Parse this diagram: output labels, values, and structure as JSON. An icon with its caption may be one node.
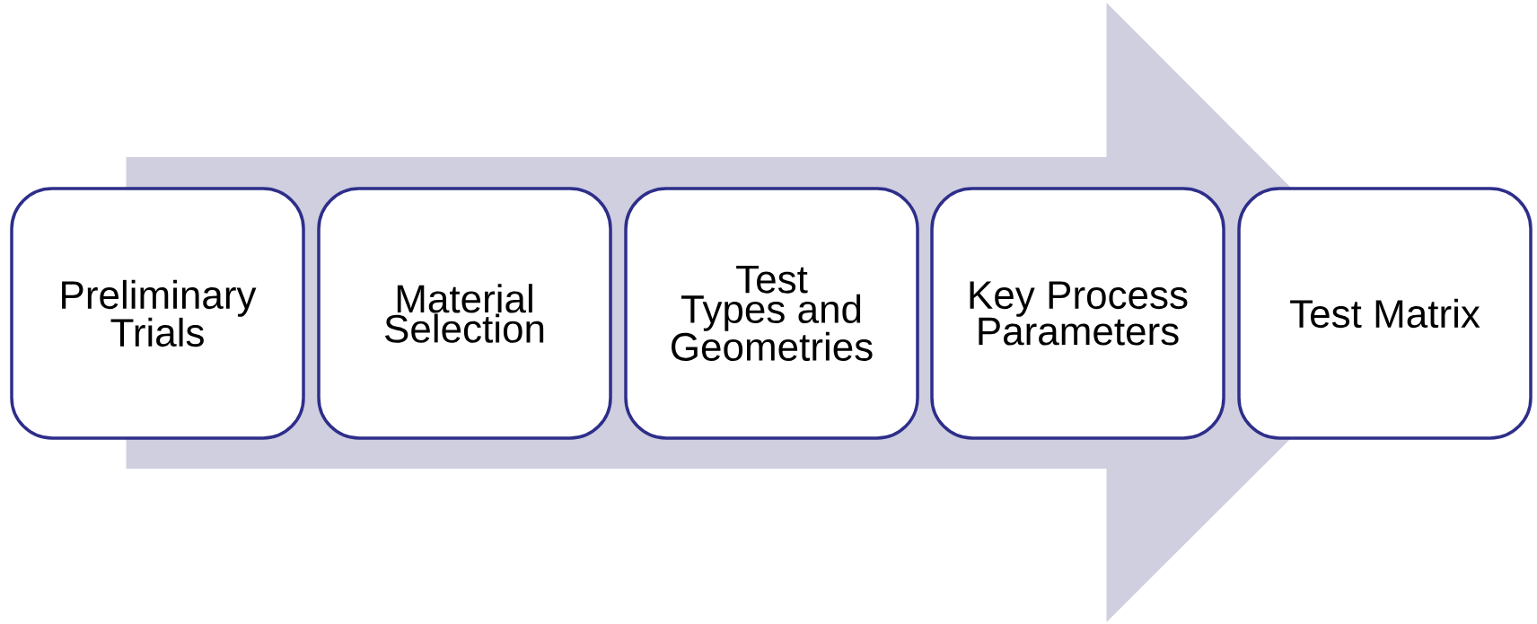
{
  "diagram": {
    "nodes": [
      {
        "text": [
          "Preliminary Trials"
        ]
      },
      {
        "text": [
          "Material Selection"
        ]
      },
      {
        "text": [
          "Test Types and Geometries"
        ]
      },
      {
        "text": [
          "Key Process Parameters"
        ]
      },
      {
        "text": [
          "Test Matrix"
        ]
      }
    ],
    "edges": [
      {
        "from": 0,
        "to": 4,
        "arrow": "to",
        "style": "thick"
      }
    ]
  }
}
